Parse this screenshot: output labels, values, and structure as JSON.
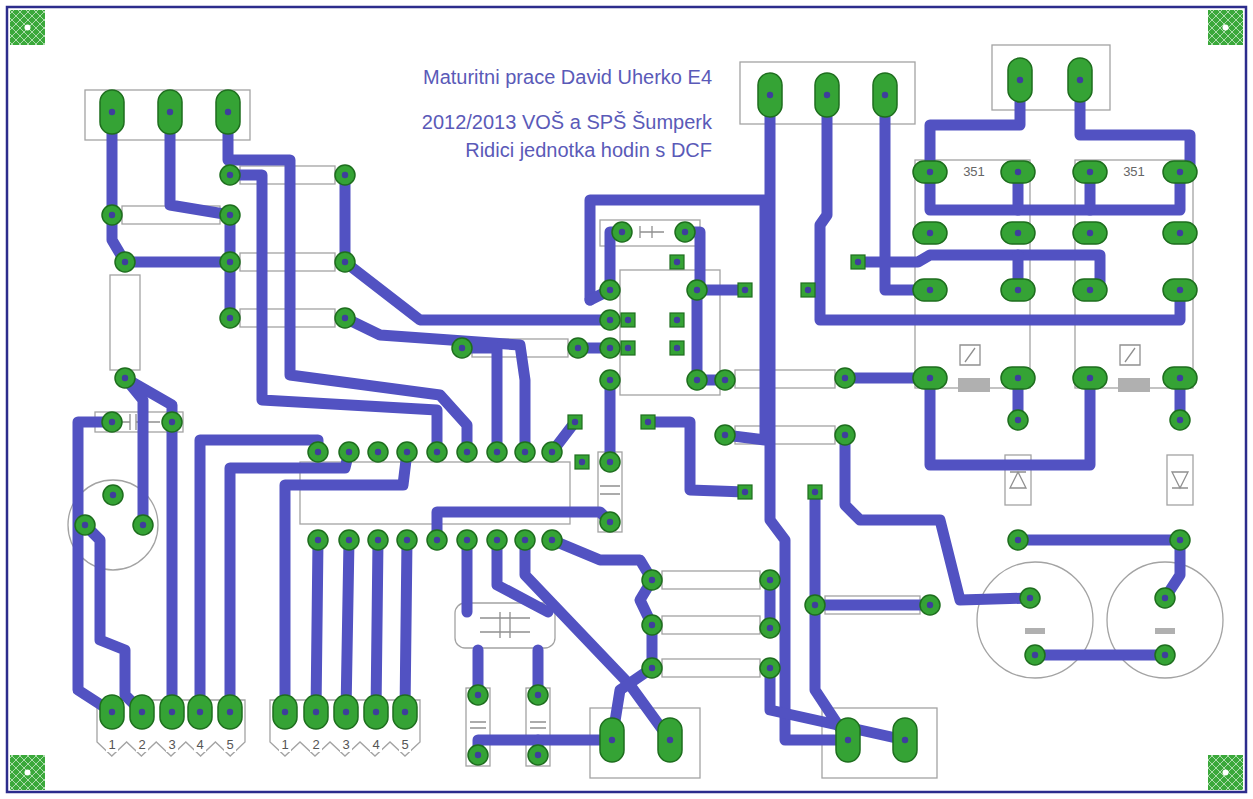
{
  "diagram": {
    "labels": [
      "Maturitni prace David Uherko E4",
      "2012/2013 VOŠ a SPŠ Šumperk",
      "Ridici jednotka hodin s DCF",
      "351",
      "351",
      "1",
      "2",
      "3",
      "4",
      "5",
      "1",
      "2",
      "3",
      "4",
      "5"
    ]
  }
}
